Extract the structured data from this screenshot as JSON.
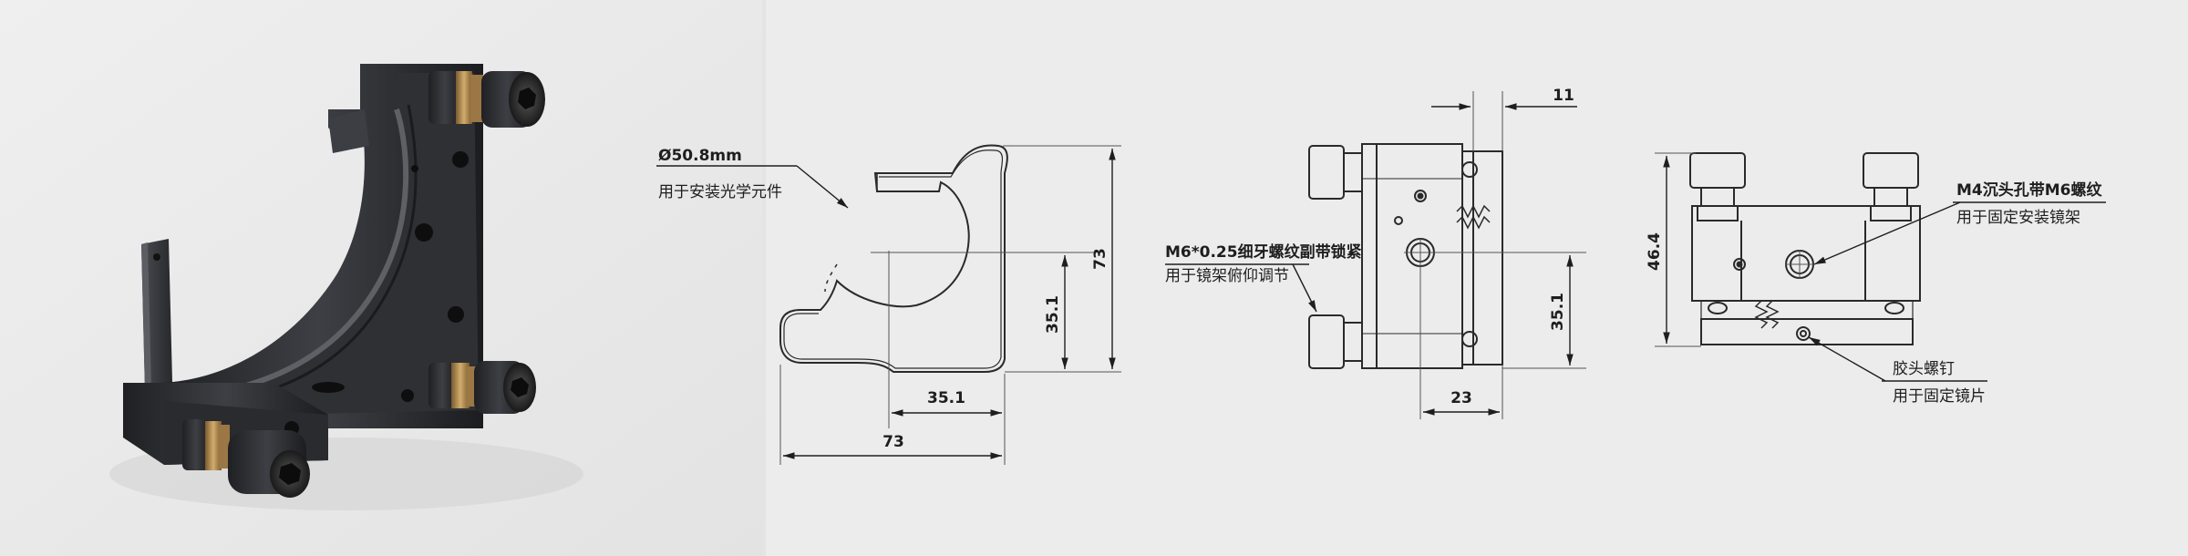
{
  "colors": {
    "photo_background": "#e9e9e9",
    "drawing_background": "#ececec",
    "line": "#2a2a2a",
    "metal_dark": "#2b2c2f",
    "brass": "#b08a52"
  },
  "front_view": {
    "aperture_note": "Ø50.8mm",
    "aperture_purpose": "用于安装光学元件",
    "dim_width_total": "73",
    "dim_center_x": "35.1",
    "dim_height_total": "73",
    "dim_center_y": "35.1"
  },
  "side_view": {
    "screw_note": "M6*0.25细牙螺纹副带锁紧",
    "screw_purpose": "用于镜架俯仰调节",
    "dim_thickness": "11",
    "dim_center_y": "35.1",
    "dim_offset_x": "23"
  },
  "top_view": {
    "hole_note": "M4沉头孔带M6螺纹",
    "hole_purpose": "用于固定安装镜架",
    "dim_height": "46.4",
    "retain_screw": "胶头螺钉",
    "retain_purpose": "用于固定镜片"
  }
}
